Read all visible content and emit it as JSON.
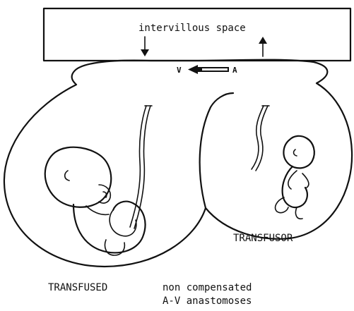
{
  "labels": {
    "intervillous_space": "intervillous space",
    "transfused": "TRANSFUSED",
    "transfusor": "TRANSFUSOR",
    "note_line1": "non compensated",
    "note_line2": "A-V anastomoses",
    "vein_marker": "V",
    "artery_marker": "A"
  },
  "colors": {
    "ink": "#111111",
    "background": "#ffffff"
  }
}
